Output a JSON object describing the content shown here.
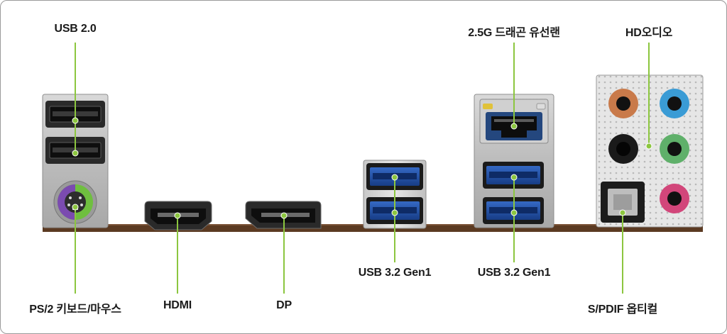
{
  "labels": {
    "usb20": "USB 2.0",
    "lan": "2.5G 드래곤 유선랜",
    "hd_audio": "HD오디오",
    "ps2": "PS/2 키보드/마우스",
    "hdmi": "HDMI",
    "dp": "DP",
    "usb32_a": "USB 3.2 Gen1",
    "usb32_b": "USB 3.2 Gen1",
    "spdif": "S/PDIF 옵티컬"
  },
  "colors": {
    "leader_line": "#8cc63f",
    "board_brown": "#5b3a22",
    "usb3_blue": "#1f4fa8",
    "ps2_purple": "#7b4bb0",
    "ps2_green": "#6fbf3f",
    "audio_orange": "#c97a4a",
    "audio_blue": "#3a9bd5",
    "audio_black": "#1a1a1a",
    "audio_green": "#5fb06a",
    "audio_pink": "#d2467a"
  }
}
